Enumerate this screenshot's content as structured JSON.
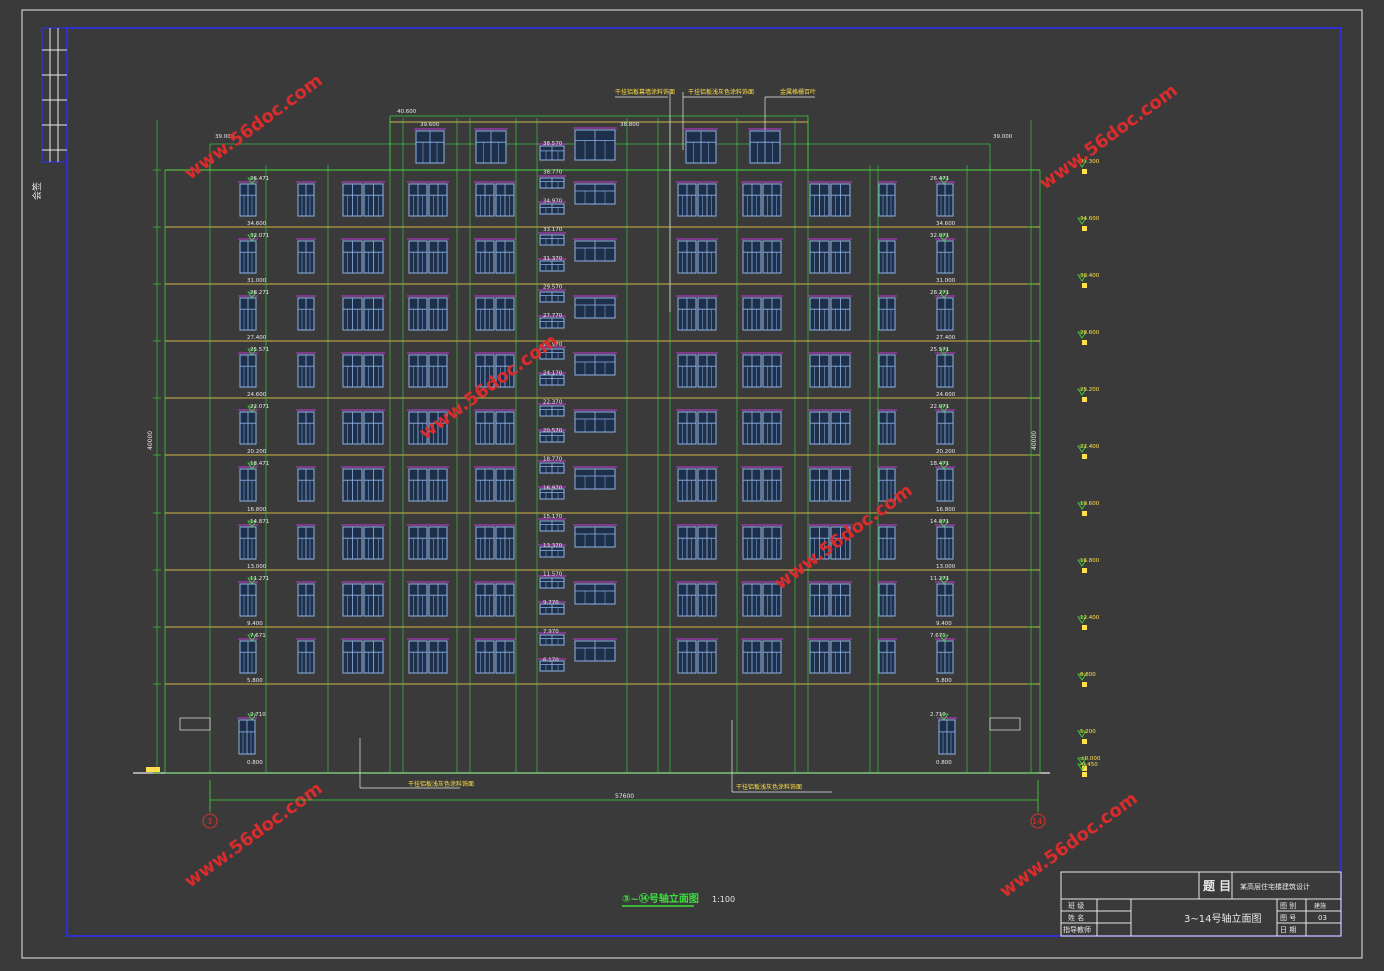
{
  "title_block": {
    "title_header": "题 目",
    "project_name": "某高层住宅楼建筑设计",
    "drawing_name": "3~14号轴立面图",
    "left_labels": [
      "班 级",
      "姓 名",
      "指导教师"
    ],
    "right_labels": [
      "图 别",
      "图 号",
      "日 期"
    ],
    "drawing_type": "建施",
    "drawing_number": "03"
  },
  "drawing_caption": {
    "label": "③~⑭号轴立面图",
    "scale": "1:100"
  },
  "callouts": [
    "干挂铝板幕墙涂料饰面",
    "干挂铝板浅灰色涂料饰面",
    "金属格栅百叶",
    "干挂铝板浅灰色涂料饰面",
    "干挂铝板浅灰色涂料饰面"
  ],
  "overall_dimension": "57600",
  "height_dimension": "40000",
  "axis_left": "3",
  "axis_right": "14",
  "elevations_right": [
    "37.300",
    "34.600",
    "30.400",
    "28.600",
    "25.200",
    "22.400",
    "19.600",
    "16.800",
    "12.400",
    "8.800",
    "5.200",
    "±0.000",
    "-0.450"
  ],
  "level_labels_left": [
    "34.600",
    "31.000",
    "27.400",
    "24.600",
    "20.200",
    "16.800",
    "13.000",
    "9.400",
    "5.800",
    "0.800"
  ],
  "upper_labels_left": [
    "26.471",
    "32.071",
    "28.271",
    "25.571",
    "22.071",
    "18.471",
    "14.871",
    "11.271",
    "7.671",
    "2.710"
  ],
  "center_labels": [
    "38.570",
    "38.770",
    "34.970",
    "33.170",
    "31.370",
    "29.570",
    "27.770",
    "25.970",
    "24.170",
    "22.370",
    "20.570",
    "18.770",
    "16.970",
    "15.170",
    "13.370",
    "11.570",
    "9.770",
    "7.970",
    "6.170"
  ],
  "top_labels": [
    "40.600",
    "39.600",
    "38.800",
    "39.000",
    "39.000"
  ],
  "watermark": "www.56doc.com",
  "side_tag": "会签"
}
